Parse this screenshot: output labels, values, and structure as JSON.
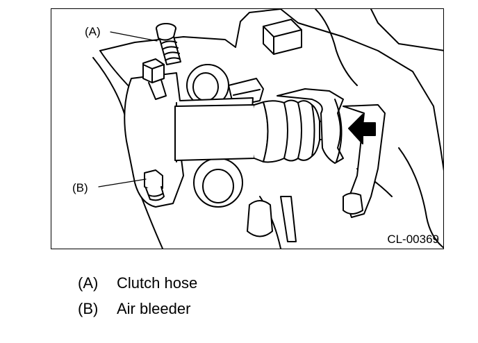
{
  "figure": {
    "code": "CL-00369",
    "callouts": [
      {
        "id": "A",
        "label": "(A)"
      },
      {
        "id": "B",
        "label": "(B)"
      }
    ]
  },
  "legend": [
    {
      "key": "(A)",
      "text": "Clutch hose"
    },
    {
      "key": "(B)",
      "text": "Air bleeder"
    }
  ]
}
